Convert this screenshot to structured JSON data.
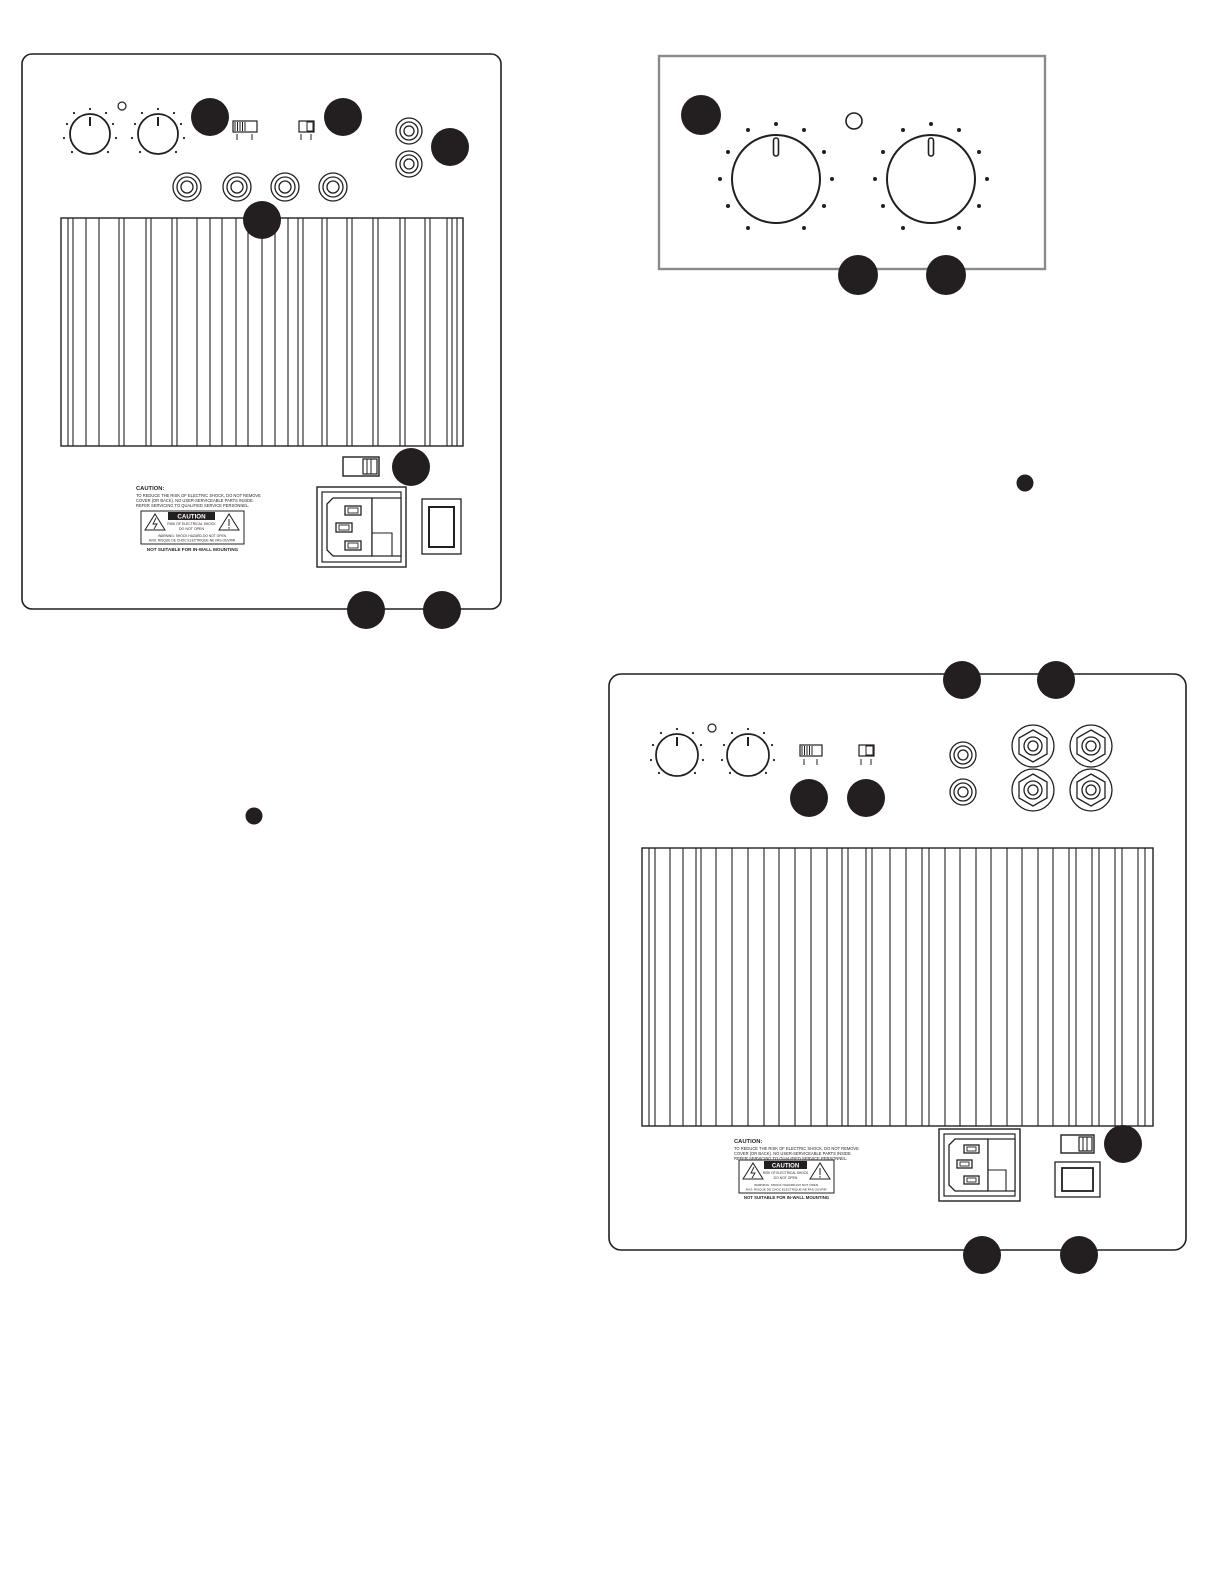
{
  "caution_label": {
    "heading": "CAUTION:",
    "line1": "TO REDUCE THE RISK OF ELECTRIC SHOCK, DO NOT REMOVE",
    "line2": "COVER (OR BACK). NO USER-SERVICEABLE PARTS INSIDE.",
    "line3": "REFER SERVICING TO QUALIFIED SERVICE PERSONNEL.",
    "badge": "CAUTION",
    "badge_sub1": "RISK OF ELECTRICAL SHOCK",
    "badge_sub2": "DO NOT OPEN",
    "warning1": "WARNING: SHOCK HAZARD-DO NOT OPEN.",
    "warning2": "AVIS: RISQUE DE CHOC ELECTRIQUE-NE PAS OUVRIR.",
    "mounting": "NOT SUITABLE FOR IN-WALL MOUNTING"
  },
  "colors": {
    "line": "#231f20",
    "frame_gray": "#8a8a8a",
    "marker": "#231f20",
    "background": "#ffffff"
  },
  "icons": [
    "lightning-icon",
    "exclamation-icon"
  ]
}
